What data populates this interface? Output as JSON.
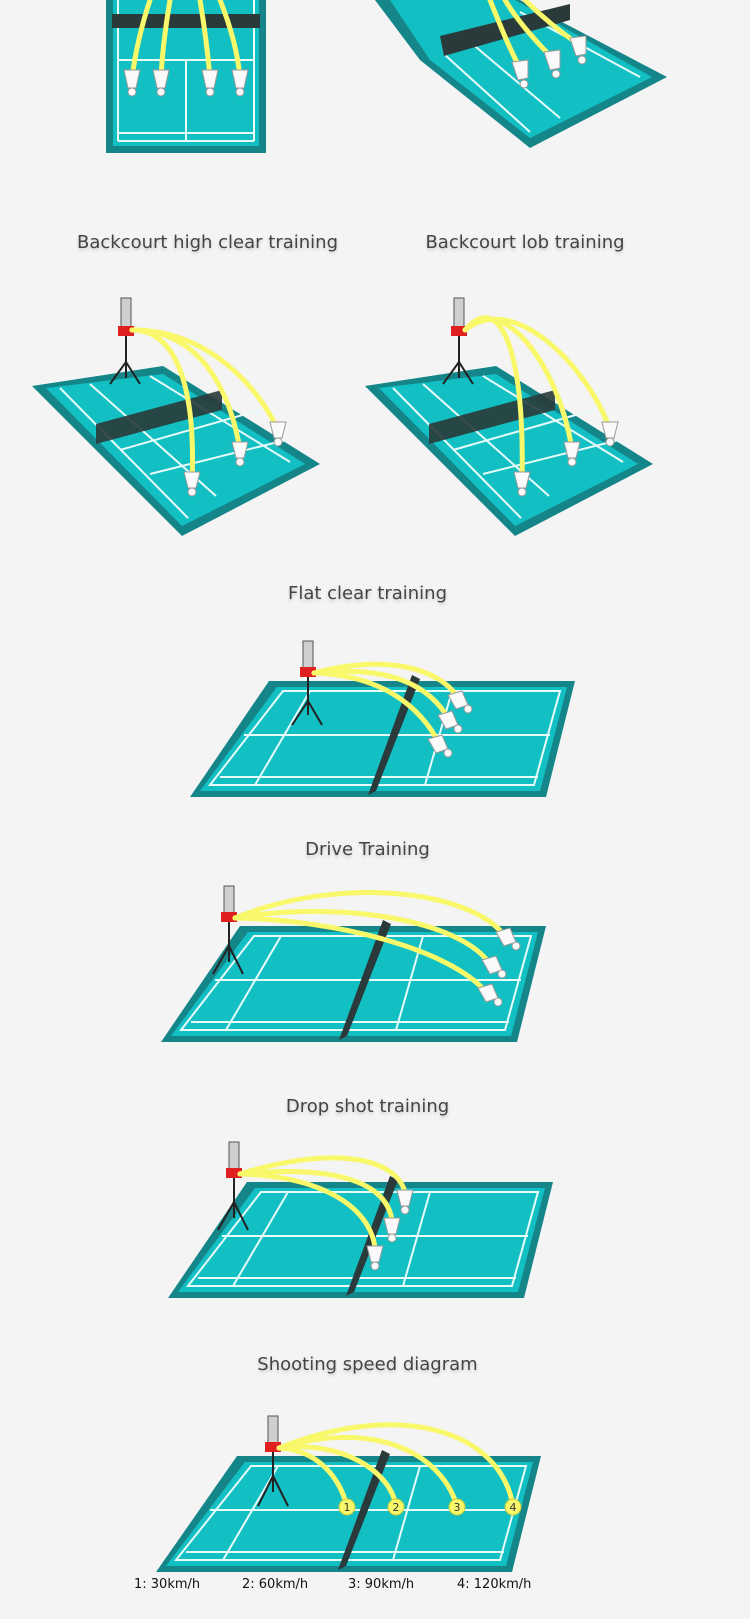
{
  "captions": {
    "backcourt_high_clear": "Backcourt high clear training",
    "backcourt_lob": "Backcourt lob training",
    "flat_clear": "Flat clear training",
    "drive": "Drive Training",
    "drop_shot": "Drop shot training",
    "shooting_speed": "Shooting speed diagram"
  },
  "speed_markers": [
    "1",
    "2",
    "3",
    "4"
  ],
  "speed_legend": [
    "1: 30km/h",
    "2: 60km/h",
    "3: 90km/h",
    "4: 120km/h"
  ],
  "colors": {
    "background": "#f4f4f4",
    "court_outer": "#14868a",
    "court_inner": "#12c0c4",
    "court_lines": "#e8fbfb",
    "trajectory": "#f8f86a",
    "machine_head": "#e02020",
    "net": "#2a3a3a"
  }
}
